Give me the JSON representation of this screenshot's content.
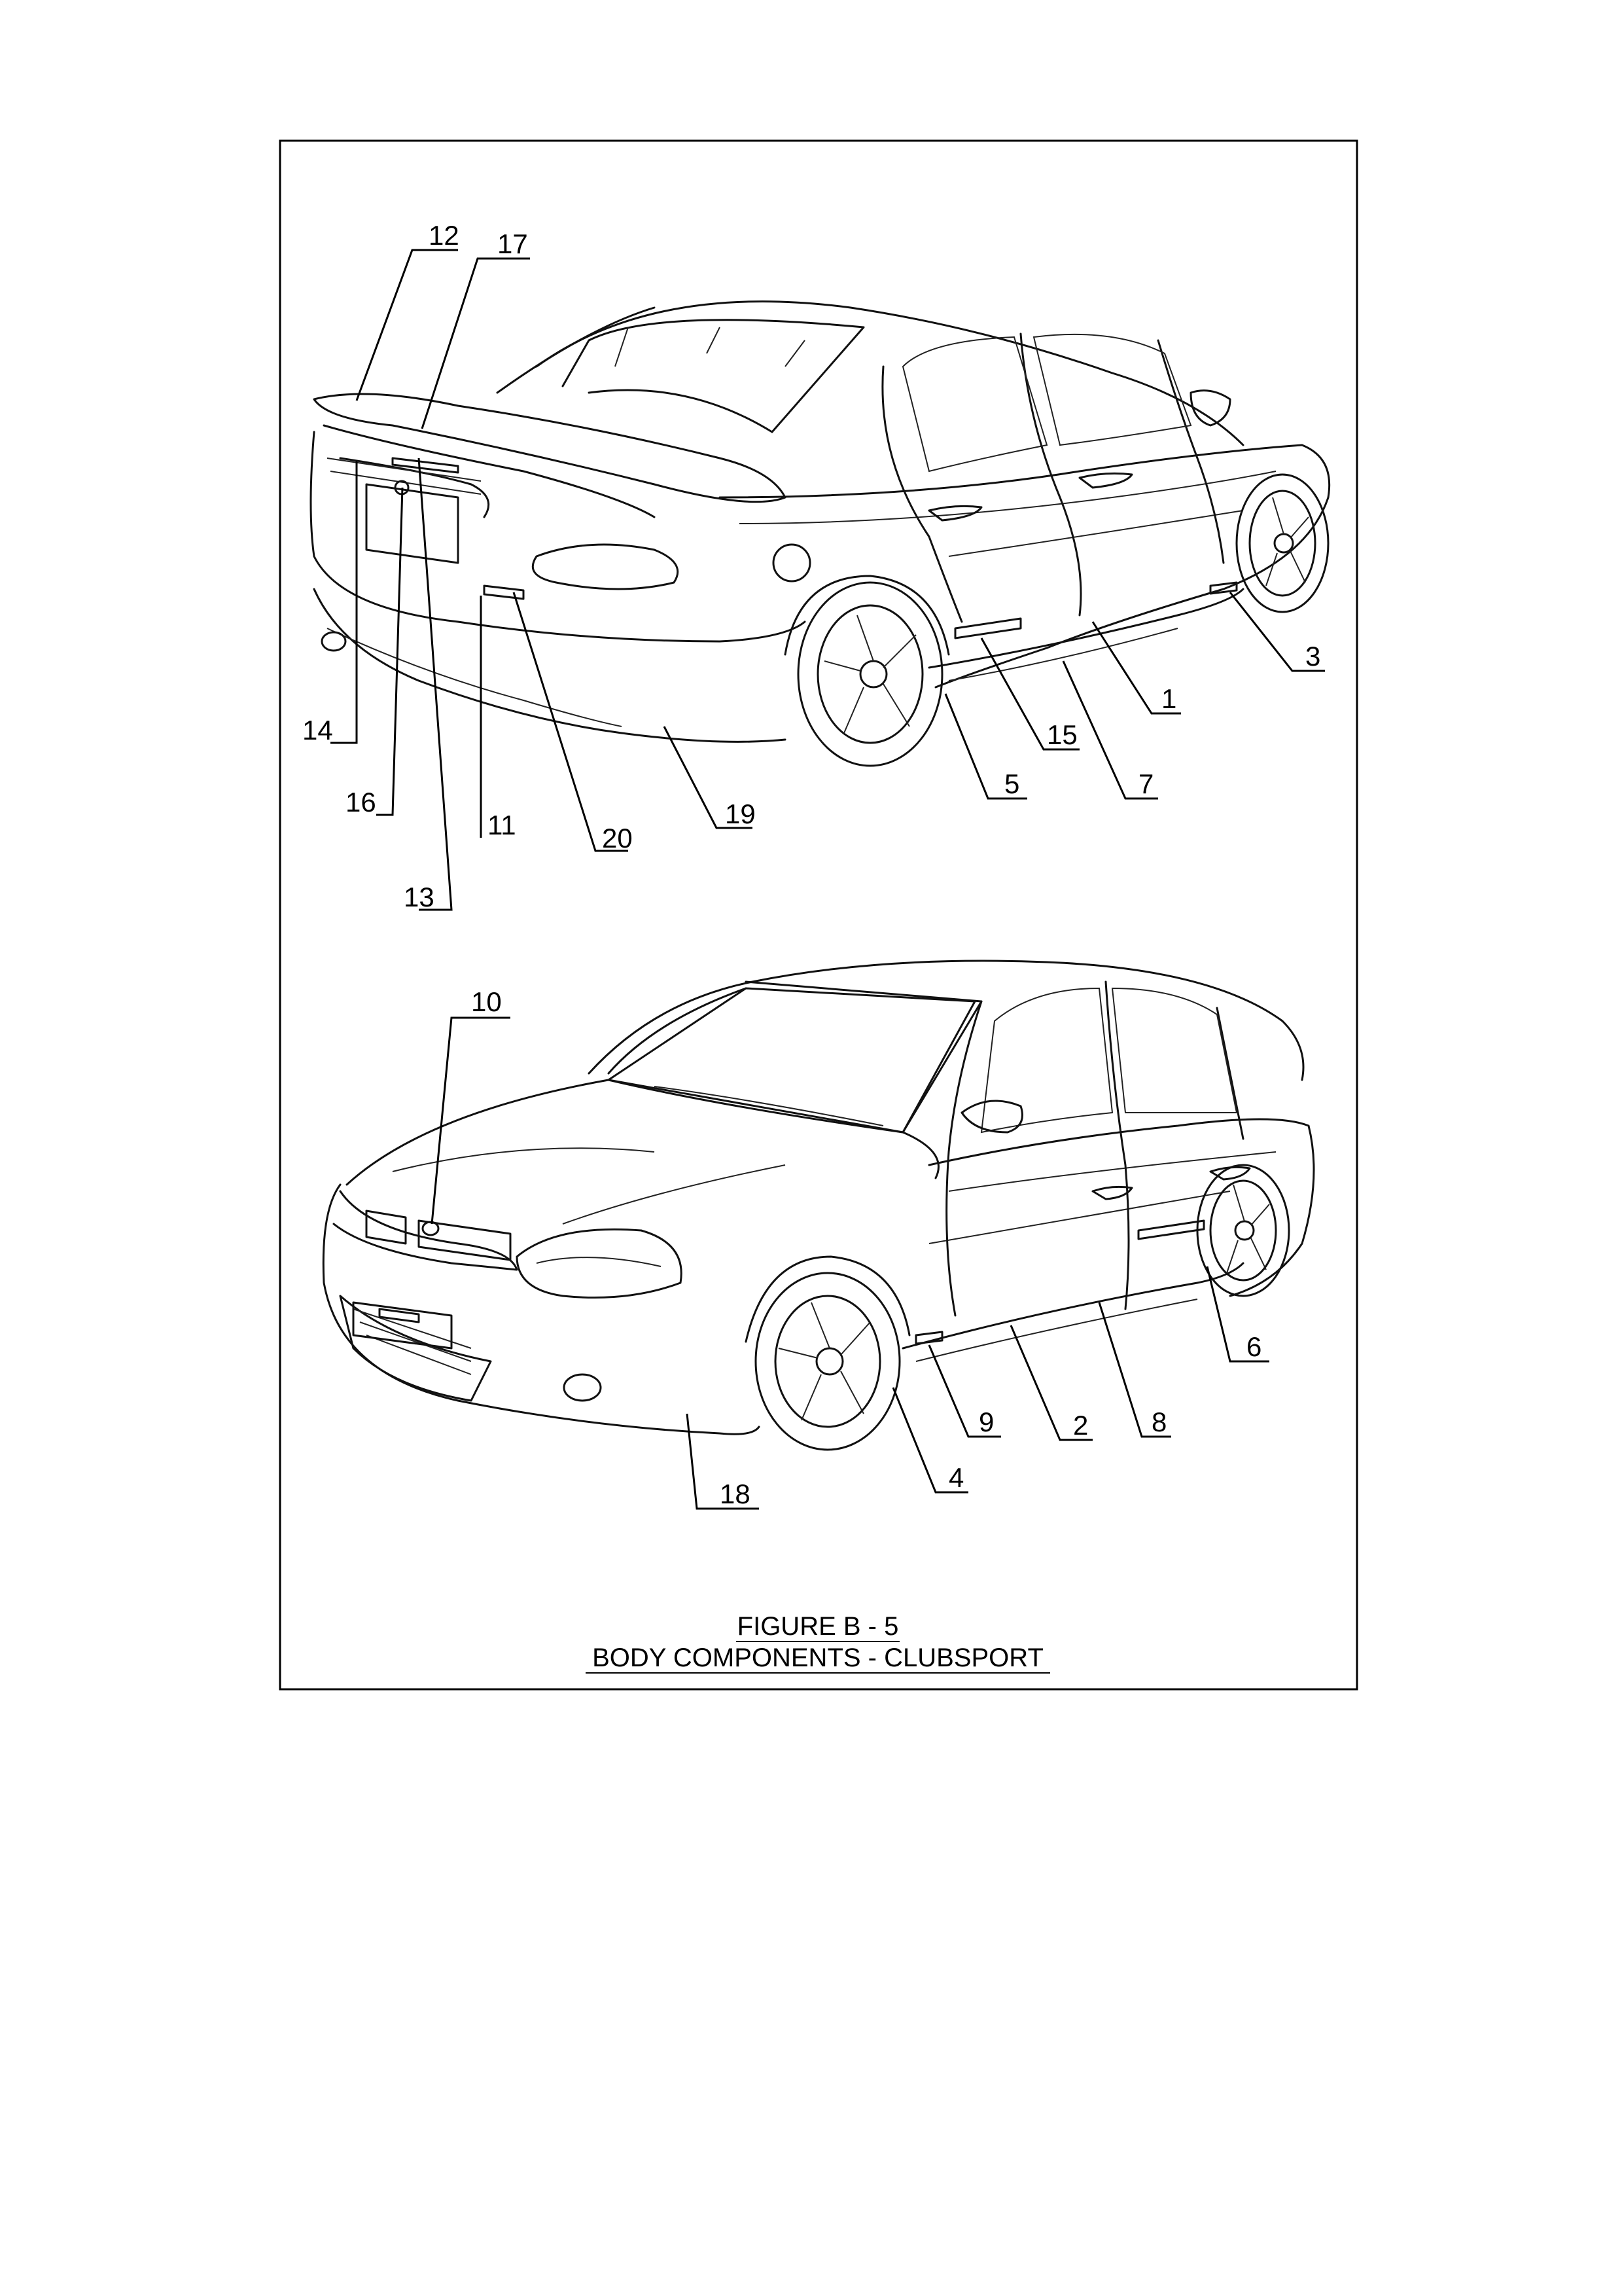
{
  "figure": {
    "title": "FIGURE B - 5",
    "subtitle": "BODY COMPONENTS - CLUBSPORT"
  },
  "callouts": {
    "rear": [
      "12",
      "17",
      "14",
      "16",
      "13",
      "11",
      "20",
      "19",
      "5",
      "15",
      "7",
      "1",
      "3"
    ],
    "front": [
      "10",
      "18",
      "4",
      "9",
      "2",
      "8",
      "6"
    ]
  }
}
